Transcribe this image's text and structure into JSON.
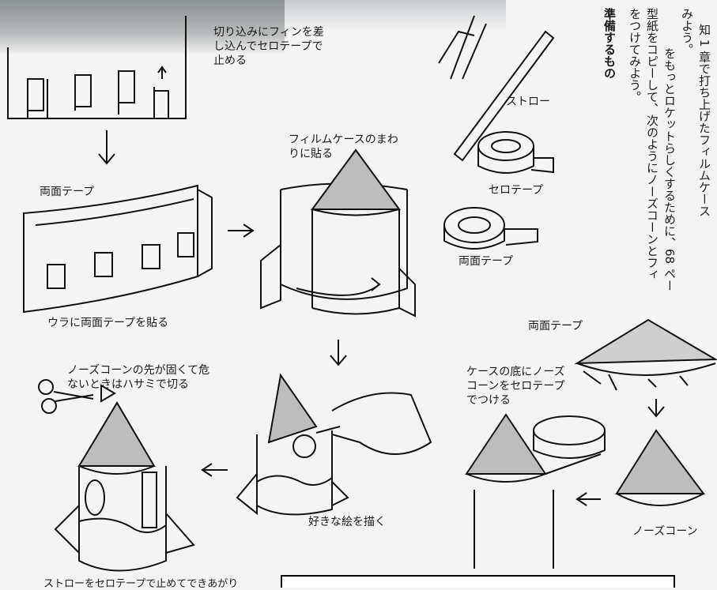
{
  "vertical_text": {
    "col1": "みよう。",
    "col2": "準備するもの",
    "col3": "型紙をコピーして、次のようにノーズコーンとフィ",
    "col4": "をつけてみよう。",
    "col5": "をもっとロケットらしくするために、68 ペー",
    "col6": "知 1 章で打ち上げたフィルムケース"
  },
  "labels": {
    "step1_note": "切り込みにフィンを差し込んでセロテープで止める",
    "double_tape_1": "両面テープ",
    "back_tape": "ウラに両面テープを貼る",
    "film_case_note": "フィルムケースのまわりに貼る",
    "straw": "ストロー",
    "cello_tape": "セロテープ",
    "double_tape_2": "両面テープ",
    "double_tape_3": "両面テープ",
    "nose_tip_note": "ノーズコーンの先が固くて危ないときはハサミで切る",
    "attach_note": "ケースの底にノーズコーンをセロテープでつける",
    "draw_note": "好きな絵を描く",
    "nose_cone": "ノーズコーン",
    "bottom_note": "ストローをセロテープで止めてできあがり"
  }
}
